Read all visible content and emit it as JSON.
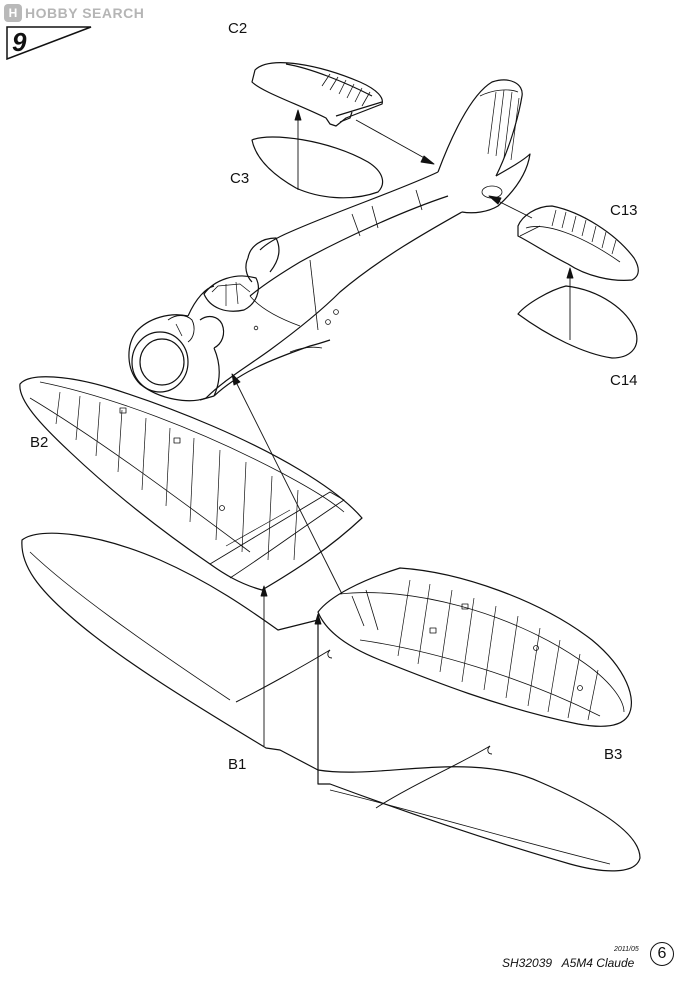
{
  "watermark": {
    "logo_letter": "H",
    "text": "HOBBY SEARCH"
  },
  "step": {
    "number": "9"
  },
  "parts": {
    "c2": "C2",
    "c3": "C3",
    "c13": "C13",
    "c14": "C14",
    "b1": "B1",
    "b2": "B2",
    "b3": "B3"
  },
  "footer": {
    "code": "SH32039",
    "model": "A5M4 Claude",
    "date": "2011/05",
    "page": "6"
  }
}
